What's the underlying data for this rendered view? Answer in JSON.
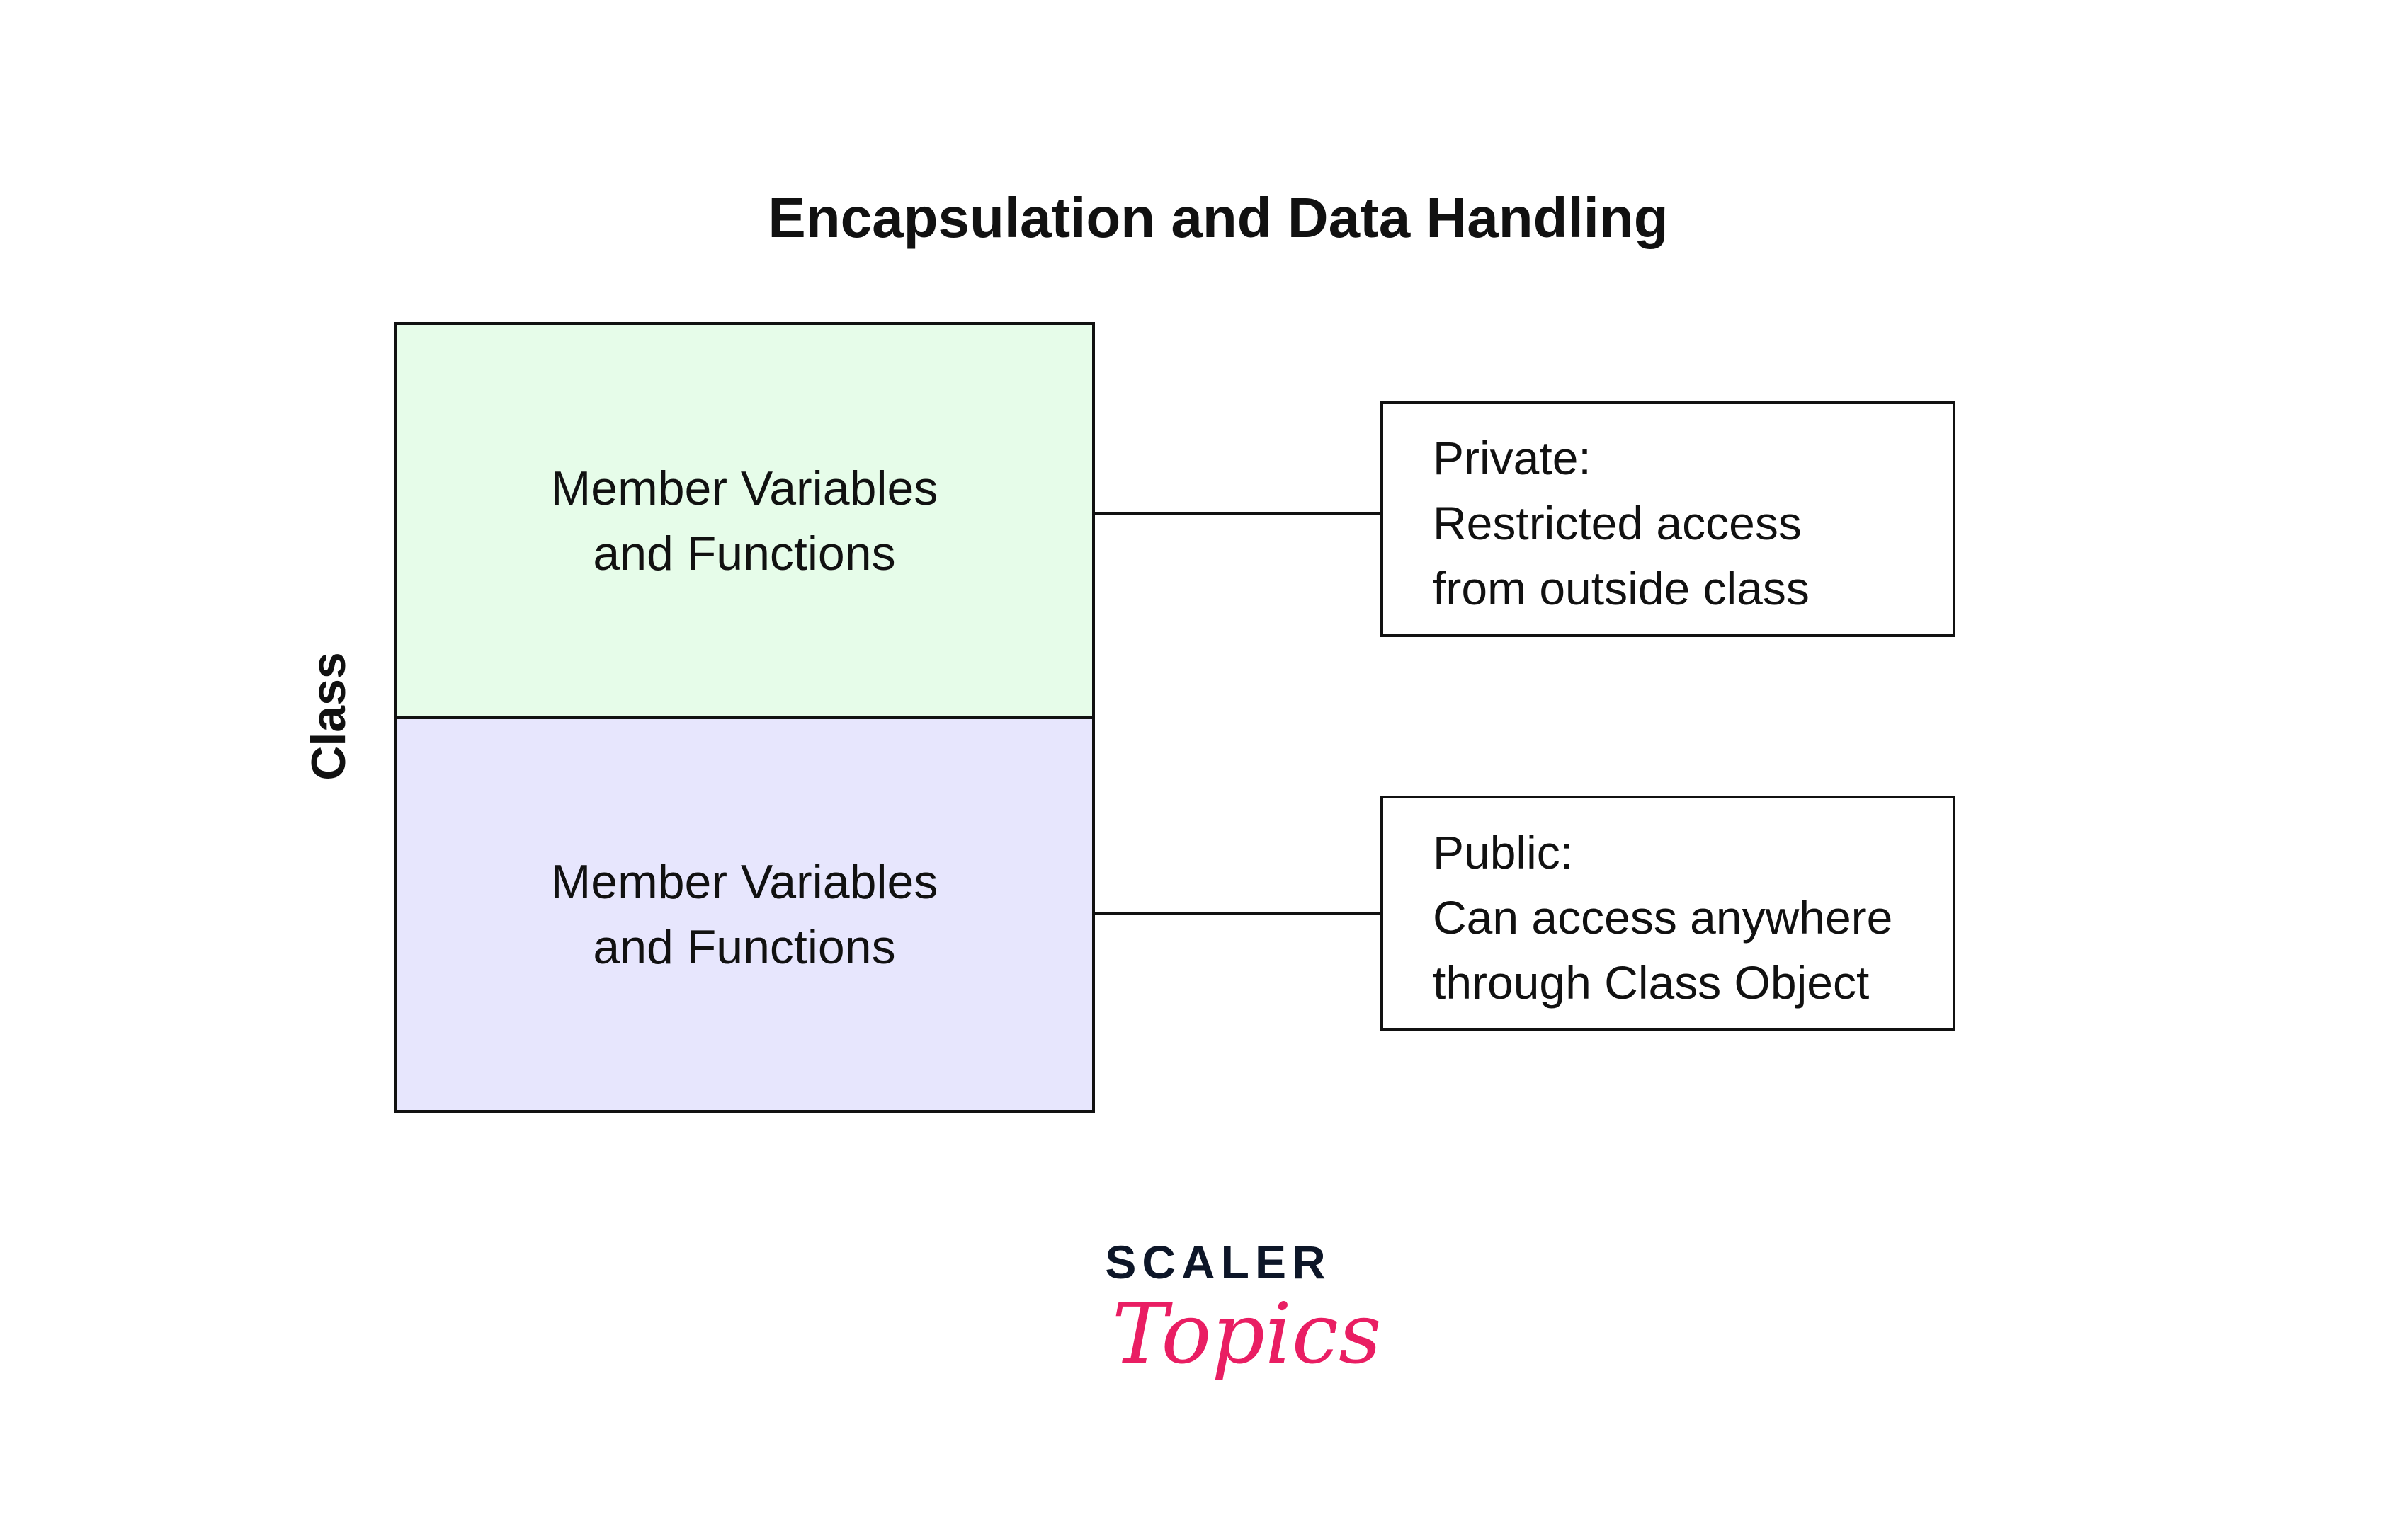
{
  "title": "Encapsulation and Data Handling",
  "class_label": "Class",
  "class_sections": [
    {
      "lines": [
        "Member Variables",
        "and Functions"
      ],
      "color": "#e6fce9"
    },
    {
      "lines": [
        "Member Variables",
        "and Functions"
      ],
      "color": "#e7e6fd"
    }
  ],
  "notes": [
    {
      "lines": [
        "Private:",
        "Restricted access",
        "from outside class"
      ]
    },
    {
      "lines": [
        "Public:",
        "Can access anywhere",
        "through Class Object"
      ]
    }
  ],
  "logo": {
    "top": "SCALER",
    "bottom": "Topics",
    "accent": "#e91e63"
  }
}
